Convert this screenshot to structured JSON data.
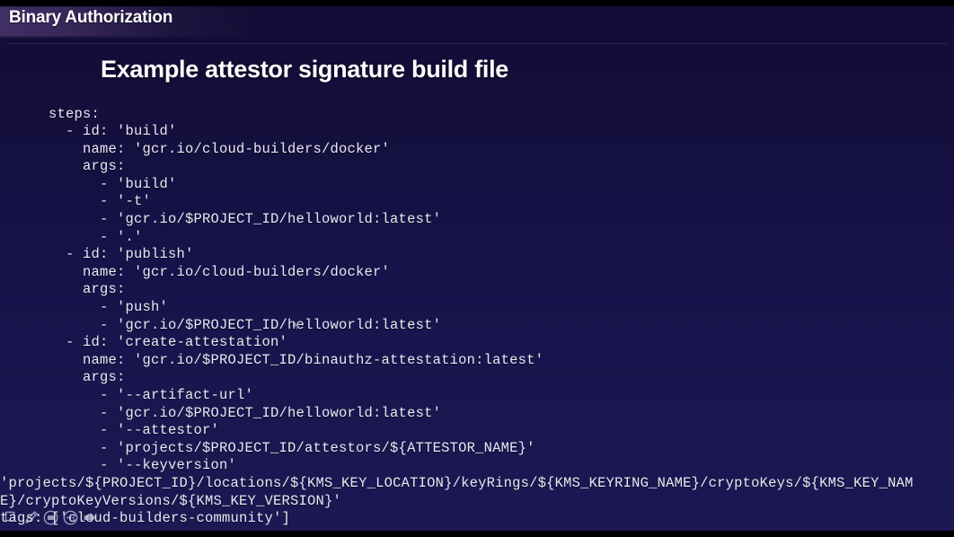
{
  "deck": {
    "kicker": "Binary Authorization",
    "slide_title": "Example attestor signature build file",
    "background_top_color": "#120d36",
    "background_bottom_color": "#1b1853",
    "code_text_color": "#e9e9f2",
    "title_color": "#ffffff"
  },
  "code": {
    "language": "yaml",
    "lines": [
      "steps:",
      "  - id: 'build'",
      "    name: 'gcr.io/cloud-builders/docker'",
      "    args:",
      "      - 'build'",
      "      - '-t'",
      "      - 'gcr.io/$PROJECT_ID/helloworld:latest'",
      "      - '.'",
      "  - id: 'publish'",
      "    name: 'gcr.io/cloud-builders/docker'",
      "    args:",
      "      - 'push'",
      "      - 'gcr.io/$PROJECT_ID/helloworld:latest'",
      "  - id: 'create-attestation'",
      "    name: 'gcr.io/$PROJECT_ID/binauthz-attestation:latest'",
      "    args:",
      "      - '--artifact-url'",
      "      - 'gcr.io/$PROJECT_ID/helloworld:latest'",
      "      - '--attestor'",
      "      - 'projects/$PROJECT_ID/attestors/${ATTESTOR_NAME}'",
      "      - '--keyversion'"
    ],
    "wrapped_line": "'projects/${PROJECT_ID}/locations/${KMS_KEY_LOCATION}/keyRings/${KMS_KEYRING_NAME}/cryptoKeys/${KMS_KEY_NAME}/cryptoKeyVersions/${KMS_KEY_VERSION}'",
    "tail_lines": [
      "tags: ['cloud-builders-community']"
    ]
  },
  "toolbar": {
    "items": [
      {
        "name": "pointer-icon",
        "label": "Pointer"
      },
      {
        "name": "pen-icon",
        "label": "Pen"
      },
      {
        "name": "slide-view-icon",
        "label": "Slide view"
      },
      {
        "name": "more-options-icon",
        "label": "More options"
      },
      {
        "name": "next-slide-arrow-icon",
        "label": "Next slide"
      }
    ]
  }
}
